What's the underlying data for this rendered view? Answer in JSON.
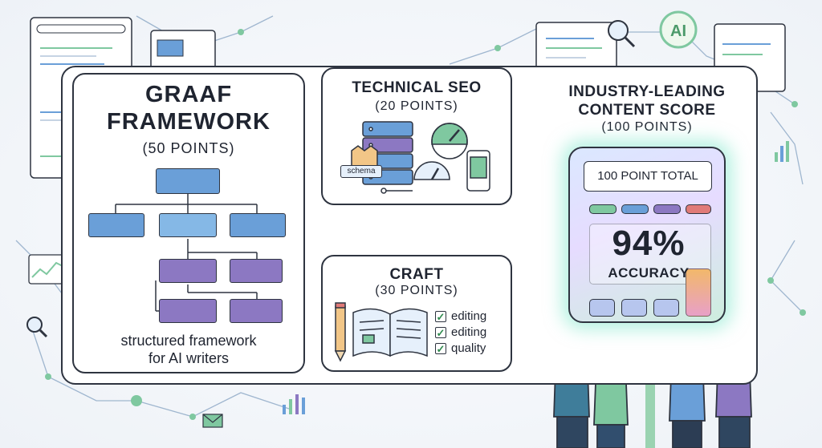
{
  "graaf": {
    "title_line1": "GRAAF",
    "title_line2": "FRAMEWORK",
    "points": "(50 POINTS)",
    "caption_line1": "structured framework",
    "caption_line2": "for AI writers"
  },
  "technical_seo": {
    "title": "TECHNICAL SEO",
    "points": "(20 POINTS)",
    "schema_label": "schema"
  },
  "craft": {
    "title": "CRAFT",
    "points": "(30 POINTS)",
    "checklist": [
      "editing",
      "editing",
      "quality"
    ]
  },
  "score": {
    "title_line1": "INDUSTRY-LEADING",
    "title_line2": "CONTENT SCORE",
    "points": "(100 POINTS)",
    "display_total": "100 POINT TOTAL",
    "percentage": "94%",
    "accuracy_label": "ACCURACY"
  },
  "ai_badge": "AI",
  "colors": {
    "blue": "#6a9fd8",
    "purple": "#8c78c2",
    "green": "#7fc8a0",
    "orange": "#f2b86a",
    "red": "#e07a78"
  }
}
